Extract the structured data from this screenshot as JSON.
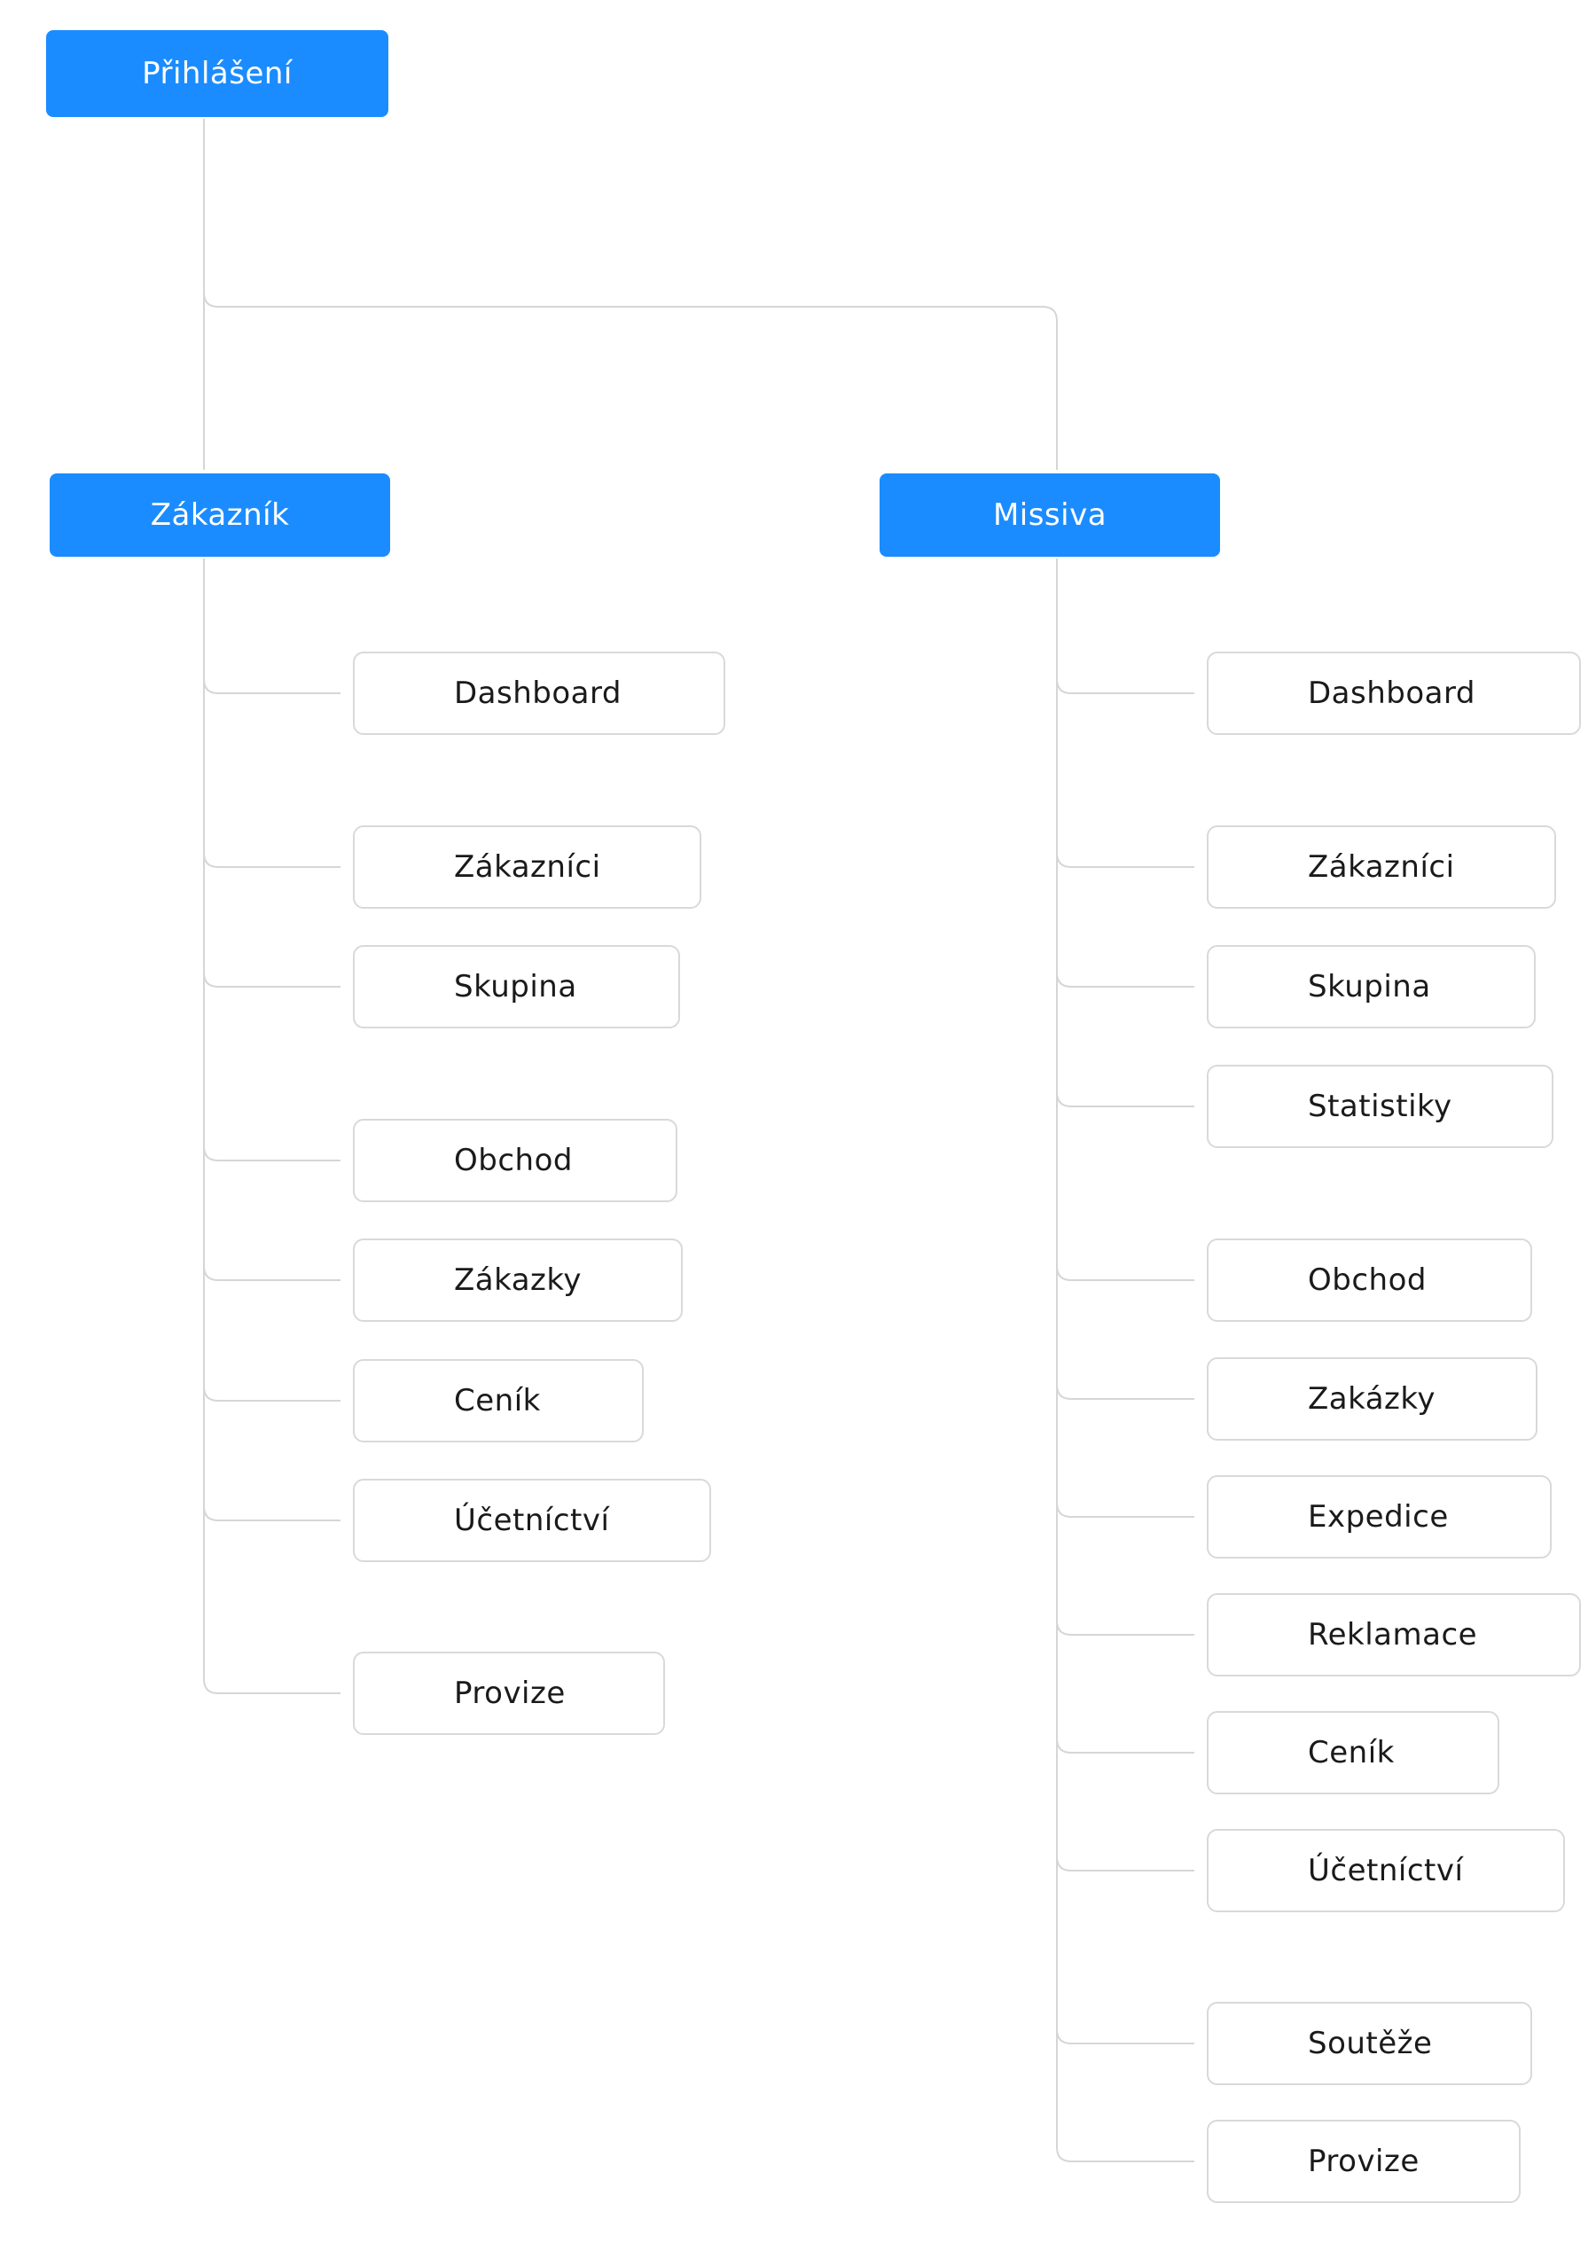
{
  "root": {
    "label": "Přihlášení"
  },
  "branches": [
    {
      "label": "Zákazník",
      "items": [
        "Dashboard",
        "Zákazníci",
        "Skupina",
        "Obchod",
        "Zákazky",
        "Ceník",
        "Účetníctví",
        "Provize"
      ]
    },
    {
      "label": "Missiva",
      "items": [
        "Dashboard",
        "Zákazníci",
        "Skupina",
        "Statistiky",
        "Obchod",
        "Zakázky",
        "Expedice",
        "Reklamace",
        "Ceník",
        "Účetníctví",
        "Soutěže",
        "Provize"
      ]
    }
  ],
  "colors": {
    "primary": "#1b8cff",
    "connector": "#d6d6d6",
    "page_border": "#d9d9d9",
    "page_text": "#1a1a1a"
  }
}
